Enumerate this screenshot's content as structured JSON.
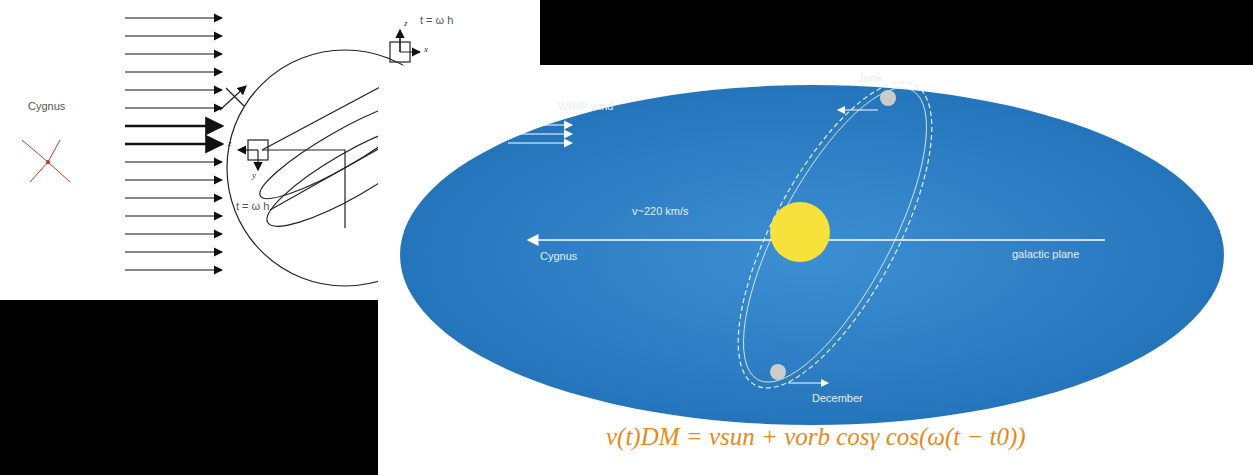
{
  "diagram": {
    "nodes": [
      {
        "text": [
          "Cygnus",
          "t = ω h",
          "t = ω h"
        ]
      },
      {
        "text": [
          "v(t)DM = vsun + vorb cosγ cos(ω(t − t0))"
        ]
      },
      {
        "text": [
          "WIMP wind",
          "June",
          "v~220 km/s",
          "Cygnus",
          "galactic plane",
          "December"
        ],
        "in": 1
      }
    ],
    "labels": [
      "z",
      "x",
      "z",
      "y"
    ]
  }
}
